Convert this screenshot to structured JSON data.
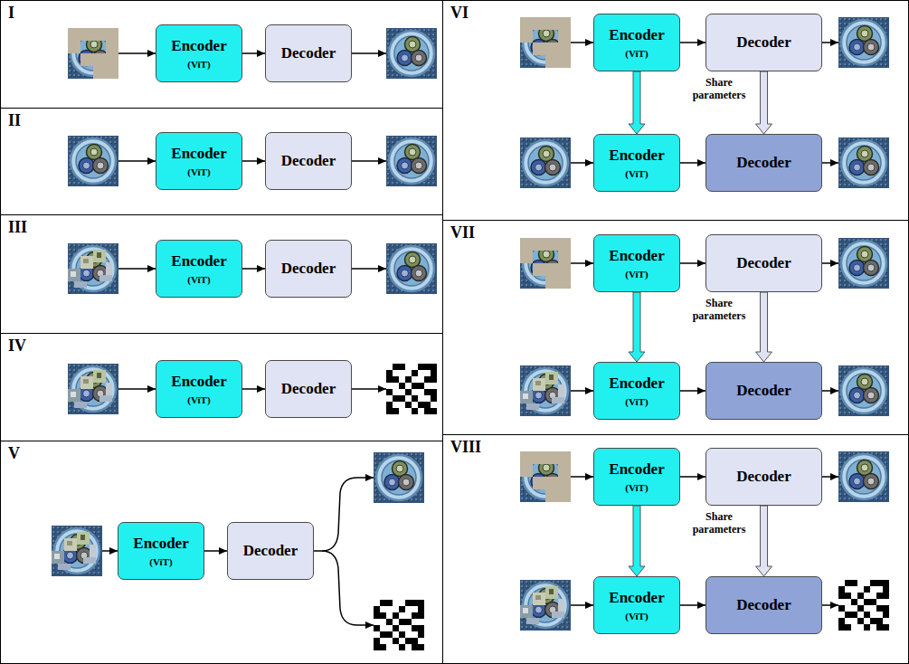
{
  "diagram": {
    "nodes": [
      {
        "text": [
          "I"
        ]
      },
      {
        "text": [
          "Encoder",
          "(ViT)"
        ],
        "in": 0
      },
      {
        "text": [
          "Decoder"
        ],
        "in": 0
      },
      {
        "text": [
          "II"
        ]
      },
      {
        "text": [
          "Encoder",
          "(ViT)"
        ],
        "in": 3
      },
      {
        "text": [
          "Decoder"
        ],
        "in": 3
      },
      {
        "text": [
          "III"
        ]
      },
      {
        "text": [
          "Encoder",
          "(ViT)"
        ],
        "in": 6
      },
      {
        "text": [
          "Decoder"
        ],
        "in": 6
      },
      {
        "text": [
          "IV"
        ]
      },
      {
        "text": [
          "Encoder",
          "(ViT)"
        ],
        "in": 9
      },
      {
        "text": [
          "Decoder"
        ],
        "in": 9
      },
      {
        "text": [
          "V"
        ]
      },
      {
        "text": [
          "Encoder",
          "(ViT)"
        ],
        "in": 12
      },
      {
        "text": [
          "Decoder"
        ],
        "in": 12
      },
      {
        "text": [
          "VI"
        ]
      },
      {
        "text": [
          "Encoder",
          "(ViT)"
        ],
        "in": 15
      },
      {
        "text": [
          "Decoder"
        ],
        "in": 15
      },
      {
        "text": [
          "Encoder",
          "(ViT)"
        ],
        "in": 15
      },
      {
        "text": [
          "Decoder"
        ],
        "in": 15
      },
      {
        "text": [
          "VII"
        ]
      },
      {
        "text": [
          "Encoder",
          "(ViT)"
        ],
        "in": 20
      },
      {
        "text": [
          "Decoder"
        ],
        "in": 20
      },
      {
        "text": [
          "Encoder",
          "(ViT)"
        ],
        "in": 20
      },
      {
        "text": [
          "Decoder"
        ],
        "in": 20
      },
      {
        "text": [
          "VIII"
        ]
      },
      {
        "text": [
          "Encoder",
          "(ViT)"
        ],
        "in": 25
      },
      {
        "text": [
          "Decoder"
        ],
        "in": 25
      },
      {
        "text": [
          "Encoder",
          "(ViT)"
        ],
        "in": 25
      },
      {
        "text": [
          "Decoder"
        ],
        "in": 25
      }
    ],
    "edges": [
      {
        "from": 1,
        "to": 2,
        "arrow": "to"
      },
      {
        "from": 4,
        "to": 5,
        "arrow": "to"
      },
      {
        "from": 7,
        "to": 8,
        "arrow": "to"
      },
      {
        "from": 10,
        "to": 11,
        "arrow": "to"
      },
      {
        "from": 13,
        "to": 14,
        "arrow": "to"
      },
      {
        "from": 16,
        "to": 17,
        "arrow": "to"
      },
      {
        "from": 18,
        "to": 19,
        "arrow": "to"
      },
      {
        "from": 16,
        "to": 18,
        "arrow": "to"
      },
      {
        "from": 17,
        "to": 19,
        "arrow": "to"
      },
      {
        "from": 21,
        "to": 22,
        "arrow": "to"
      },
      {
        "from": 23,
        "to": 24,
        "arrow": "to"
      },
      {
        "from": 21,
        "to": 23,
        "arrow": "to"
      },
      {
        "from": 22,
        "to": 24,
        "arrow": "to"
      },
      {
        "from": 26,
        "to": 27,
        "arrow": "to"
      },
      {
        "from": 28,
        "to": 29,
        "arrow": "to"
      },
      {
        "from": 26,
        "to": 28,
        "arrow": "to"
      },
      {
        "from": 27,
        "to": 29,
        "arrow": "to"
      }
    ],
    "labels": [
      "Share parameters",
      "Share parameters",
      "Share parameters"
    ]
  }
}
